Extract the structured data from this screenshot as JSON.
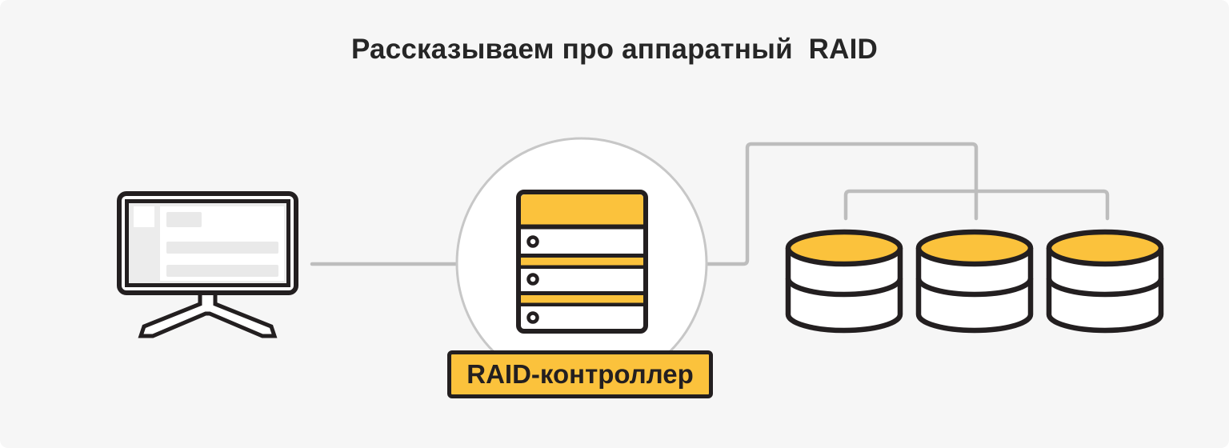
{
  "title": "Рассказываем про аппаратный  RAID",
  "diagram": {
    "client": {
      "icon": "monitor-icon"
    },
    "controller": {
      "icon": "server-rack-icon",
      "label": "RAID-контроллер",
      "drive_bays": 3
    },
    "storage": {
      "icon": "disk-icon",
      "disk_count": 3
    }
  },
  "colors": {
    "background": "#f6f6f6",
    "accent_yellow": "#fbc23c",
    "outline_black": "#231f20",
    "connector_gray": "#bdbdbd",
    "circle_stroke": "#c7c7c7",
    "screen_gray": "#ececec",
    "bar_gray": "#e9e9e9",
    "panel_white": "#ffffff",
    "title_color": "#262626"
  }
}
